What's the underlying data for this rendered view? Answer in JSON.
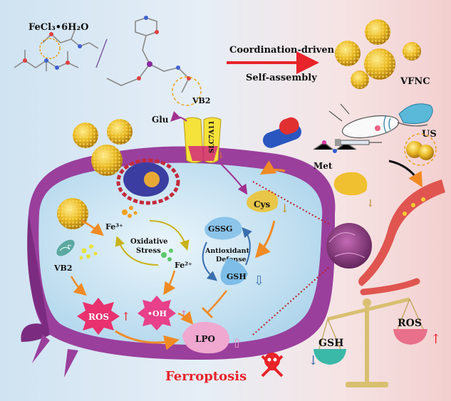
{
  "top": {
    "fecl3": "FeCl₃•6H₂O",
    "vb2": "VB2",
    "arrow_line1": "Coordination-driven",
    "arrow_line2": "Self-assembly",
    "vfnc": "VFNC"
  },
  "mouse": {
    "us": "US"
  },
  "transporter": {
    "glu": "Glu",
    "name": "SLC7A11",
    "met": "Met",
    "cys": "Cys"
  },
  "cycle_left": {
    "fe3": "Fe³⁺",
    "oxidative1": "Oxidative",
    "oxidative2": "Stress",
    "fe2": "Fe²⁺"
  },
  "cycle_right": {
    "gssg": "GSSG",
    "antiox1": "Antioxidant",
    "antiox2": "Defense",
    "gsh": "GSH"
  },
  "bottom": {
    "vb2": "VB2",
    "ros": "ROS",
    "oh": "•OH",
    "lpo": "LPO",
    "ferroptosis": "Ferroptosis"
  },
  "scale": {
    "gsh": "GSH",
    "ros": "ROS"
  },
  "colors": {
    "red": "#e8232a",
    "cell": "#9a3f9c",
    "cell_inner": "#cfe6f4",
    "gold": "#e8b824"
  }
}
